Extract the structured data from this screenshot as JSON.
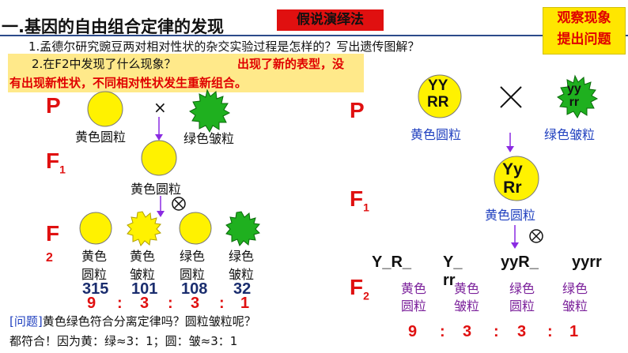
{
  "header": {
    "title": "一.基因的自由组合定律的发现",
    "method_label": "假说演绎法",
    "observe_line1": "观察现象",
    "observe_line2": "提出问题"
  },
  "questions": {
    "q1": "1.孟德尔研究豌豆两对相对性状的杂交实验过程是怎样的？写出遗传图解？",
    "q2": "2.在F2中发现了什么现象？",
    "q2_answer_1": "出现了新的表型，没",
    "q2_answer_2": "有出现新性状，不同相对性状发生重新组合。"
  },
  "left_diagram": {
    "gen_p": "P",
    "gen_f1": "F",
    "gen_f1_sub": "1",
    "gen_f2": "F",
    "gen_f2_sub": "2",
    "cross_symbol": "×",
    "self_symbol": "⊗",
    "parent1": "黄色圆粒",
    "parent2": "绿色皱粒",
    "f1": "黄色圆粒",
    "f2": [
      {
        "line1": "黄色",
        "line2": "圆粒",
        "count": "315"
      },
      {
        "line1": "黄色",
        "line2": "皱粒",
        "count": "101"
      },
      {
        "line1": "绿色",
        "line2": "圆粒",
        "count": "108"
      },
      {
        "line1": "绿色",
        "line2": "皱粒",
        "count": "32"
      }
    ],
    "ratio": [
      "9",
      ":",
      "3",
      ":",
      "3",
      ":",
      "1"
    ]
  },
  "right_diagram": {
    "gen_p": "P",
    "gen_f1": "F",
    "gen_f1_sub": "1",
    "gen_f2": "F",
    "gen_f2_sub": "2",
    "parent1_genotype_1": "YY",
    "parent1_genotype_2": "RR",
    "parent2_genotype_1": "yy",
    "parent2_genotype_2": "rr",
    "cross_symbol": "×",
    "self_symbol": "⊗",
    "parent1": "黄色圆粒",
    "parent2": "绿色皱粒",
    "f1_genotype_1": "Yy",
    "f1_genotype_2": "Rr",
    "f1": "黄色圆粒",
    "f2_genotypes": [
      "Y_R_",
      "Y_",
      "rr",
      "yyR_",
      "yyrr"
    ],
    "f2": [
      {
        "line1": "黄色",
        "line2": "圆粒"
      },
      {
        "line1": "黄色",
        "line2": "皱粒"
      },
      {
        "line1": "绿色",
        "line2": "圆粒"
      },
      {
        "line1": "绿色",
        "line2": "皱粒"
      }
    ],
    "ratio": [
      "9",
      ":",
      "3",
      ":",
      "3",
      ":",
      "1"
    ]
  },
  "footer": {
    "problem_tag": "[问题]",
    "problem_text": "黄色绿色符合分离定律吗？圆粒皱粒呢？",
    "answer": "都符合！因为黄：绿≈3：1；圆：皱≈3：1"
  },
  "colors": {
    "yellow_pea": "#fff200",
    "green_pea": "#1fb01f",
    "accent_red": "#e01010",
    "highlight": "#ffe98a",
    "arrow_purple": "#8a2be2"
  }
}
